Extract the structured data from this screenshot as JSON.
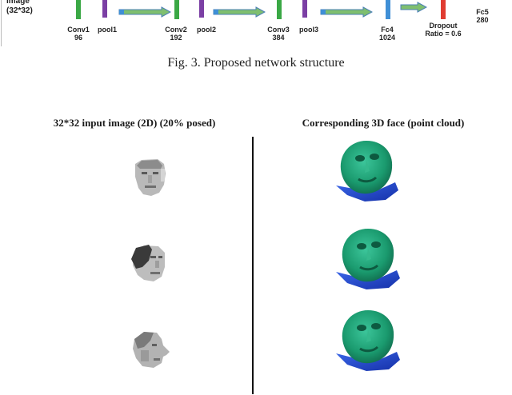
{
  "network": {
    "input_label_line1": "image",
    "input_label_line2": "(32*32)",
    "layers": [
      {
        "name": "Conv1",
        "value": "96",
        "color": "#3aa845"
      },
      {
        "name": "pool1",
        "value": "",
        "color": "#7b3fa4"
      },
      {
        "name": "Conv2",
        "value": "192",
        "color": "#3aa845"
      },
      {
        "name": "pool2",
        "value": "",
        "color": "#7b3fa4"
      },
      {
        "name": "Conv3",
        "value": "384",
        "color": "#3aa845"
      },
      {
        "name": "pool3",
        "value": "",
        "color": "#7b3fa4"
      },
      {
        "name": "Fc4",
        "value": "1024",
        "color": "#3f8fd6"
      },
      {
        "name": "Dropout",
        "value": "Ratio = 0.6",
        "color": "#e03c31"
      },
      {
        "name": "Fc5",
        "value": "280",
        "color": ""
      }
    ],
    "arrow_color": "#7fbf6f",
    "arrow_outline": "#4a7fb5"
  },
  "figure_caption": "Fig. 3.   Proposed network structure",
  "table": {
    "left_heading": "32*32 input image (2D) (20% posed)",
    "right_heading": "Corresponding 3D face  (point cloud)",
    "rows": [
      {
        "input_pose": "frontal",
        "mesh_pose": "tilted back"
      },
      {
        "input_pose": "half-profile",
        "mesh_pose": "tilted back"
      },
      {
        "input_pose": "profile",
        "mesh_pose": "tilted back"
      }
    ],
    "mesh_color": "#1a9a6e",
    "mesh_shadow_color": "#1f3fc4"
  }
}
